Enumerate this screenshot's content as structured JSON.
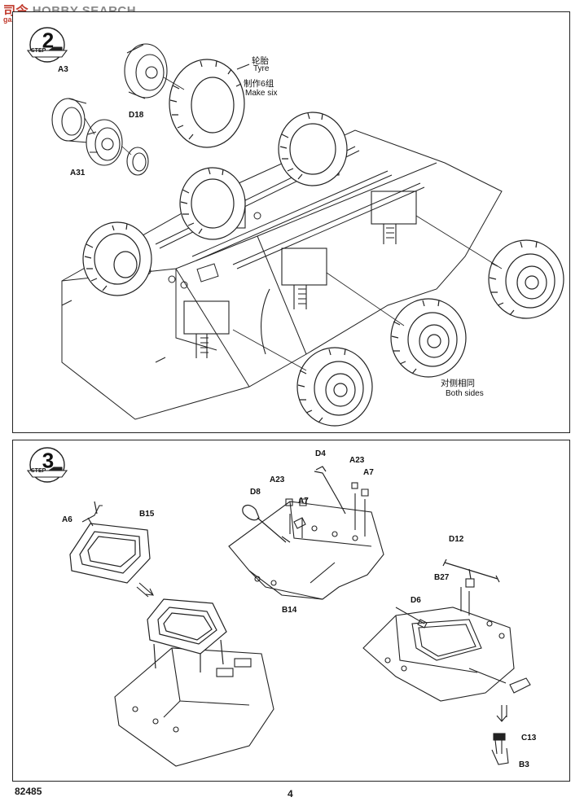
{
  "watermark": {
    "brand_a": "司令",
    "brand_b": "HOBBY SEARCH",
    "url": "gan-shou.com"
  },
  "steps": [
    {
      "number": "2",
      "word": "STEP"
    },
    {
      "number": "3",
      "word": "STEP"
    }
  ],
  "step2": {
    "parts": {
      "a3": "A3",
      "d18": "D18",
      "a31": "A31"
    },
    "tyre_cn": "轮胎",
    "tyre_en": "Tyre",
    "make_cn": "制作6组",
    "make_en": "Make six",
    "both_cn": "对侧相同",
    "both_en": "Both sides"
  },
  "step3": {
    "parts": {
      "a6": "A6",
      "b15": "B15",
      "d8": "D8",
      "a23_left": "A23",
      "a7_left": "A7",
      "d4": "D4",
      "a23_right": "A23",
      "a7_right": "A7",
      "b14": "B14",
      "d12": "D12",
      "b27": "B27",
      "d6": "D6",
      "c13": "C13",
      "b3": "B3"
    }
  },
  "footer": {
    "code": "82485",
    "page": "4"
  }
}
